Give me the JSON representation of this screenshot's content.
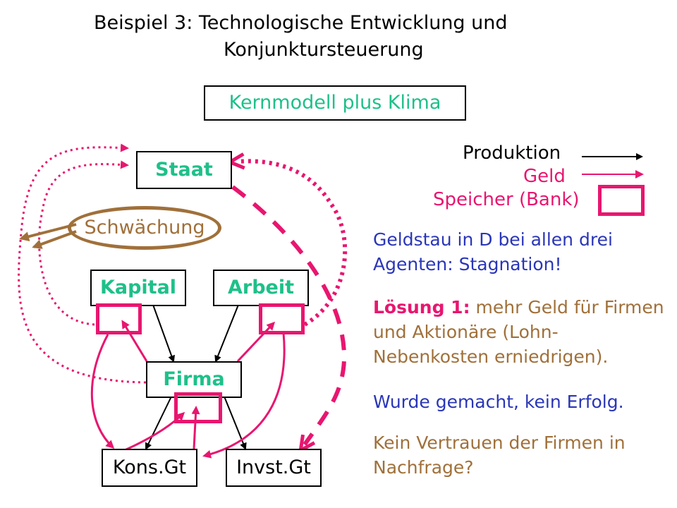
{
  "title": {
    "line1": "Beispiel 3:  Technologische Entwicklung und",
    "line2": "Konjunktursteuerung"
  },
  "subtitle": "Kernmodell plus Klima",
  "nodes": {
    "staat": "Staat",
    "schwaechung": "Schwächung",
    "kapital": "Kapital",
    "arbeit": "Arbeit",
    "firma": "Firma",
    "kons": "Kons.Gt",
    "invst": "Invst.Gt"
  },
  "legend": {
    "produktion": "Produktion",
    "geld": "Geld",
    "speicher": "Speicher (Bank)"
  },
  "text": {
    "p1": "Geldstau in D bei allen drei Agenten: Stagnation!",
    "p2_label": "Lösung 1:",
    "p2_body": " mehr Geld für Firmen und Aktionäre (Lohn-Nebenkosten erniedrigen).",
    "p3": "Wurde gemacht, kein Erfolg.",
    "p4": "Kein Vertrauen der Firmen in Nachfrage?"
  },
  "colors": {
    "teal": "#1ec08a",
    "pink": "#e8166f",
    "brown": "#a0703a",
    "blue": "#2a36b8",
    "black": "#000000"
  }
}
